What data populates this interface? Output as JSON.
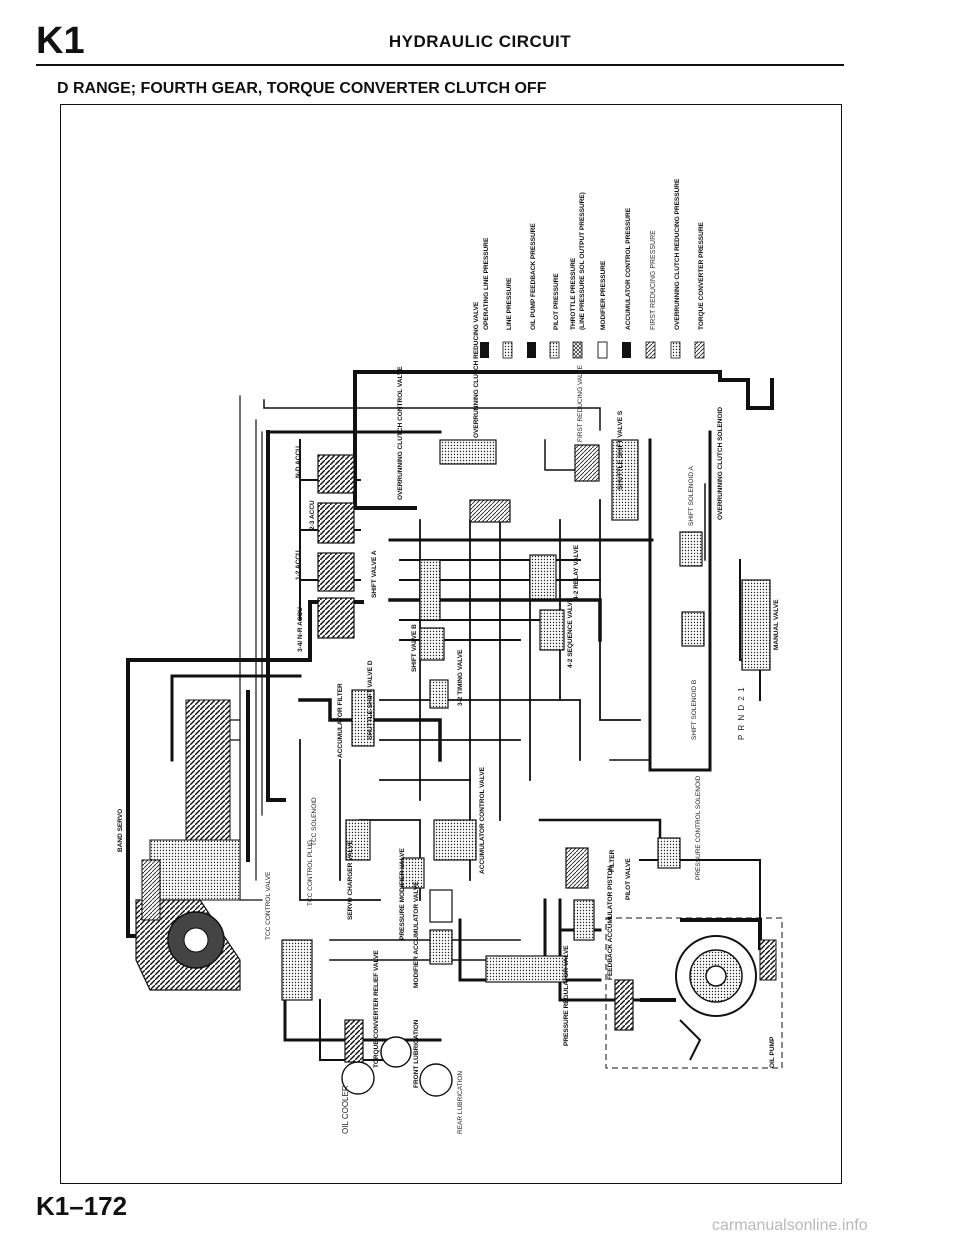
{
  "header": {
    "section_code": "K1",
    "title": "HYDRAULIC CIRCUIT",
    "subtitle": "D RANGE; FOURTH GEAR, TORQUE CONVERTER CLUTCH OFF"
  },
  "legend": [
    {
      "label": "OPERATING LINE PRESSURE",
      "pattern": "solid"
    },
    {
      "label": "LINE PRESSURE",
      "pattern": "dots"
    },
    {
      "label": "OIL PUMP FEEDBACK PRESSURE",
      "pattern": "solid"
    },
    {
      "label": "PILOT PRESSURE",
      "pattern": "dots"
    },
    {
      "label": "THROTTLE PRESSURE",
      "pattern": "cross"
    },
    {
      "label": "(LINE PRESSURE SOL OUTPUT PRESSURE)",
      "pattern": "none"
    },
    {
      "label": "MODIFIER PRESSURE",
      "pattern": "empty"
    },
    {
      "label": "ACCUMULATOR CONTROL PRESSURE",
      "pattern": "solid"
    },
    {
      "label": "FIRST REDUCING PRESSURE",
      "pattern": "diag"
    },
    {
      "label": "OVERRUNNING CLUTCH REDUCING PRESSURE",
      "pattern": "dots"
    },
    {
      "label": "TORQUE CONVERTER PRESSURE",
      "pattern": "diag"
    }
  ],
  "labels": {
    "overrunning_clutch_control_valve": "OVERRUNNING CLUTCH CONTROL VALVE",
    "overrunning_clutch_reducing_valve": "OVERRUNNING CLUTCH REDUCING VALVE",
    "first_reducing_valve": "FIRST REDUCING VALVE",
    "shuttle_shift_valve_s": "SHUTTLE SHIFT VALVE S",
    "overrunning_clutch_solenoid": "OVERRUNNING CLUTCH SOLENOID",
    "shift_solenoid_a": "SHIFT SOLENOID A",
    "n_d_accu": "N-D ACCU",
    "accu_2_3": "2-3 ACCU",
    "accu_1_2": "1-2 ACCU",
    "accu_3_4_n_r": "3-4/ N-R ACCU",
    "shift_valve_a": "SHIFT VALVE A",
    "relay_valve_4_2": "4-2 RELAY VALVE",
    "sequence_valve_4_2": "4-2 SEQUENCE VALVE",
    "shift_valve_b": "SHIFT VALVE B",
    "timing_valve_3_2": "3-2 TIMING VALVE",
    "accumulator_filter": "ACCUMULATOR FILTER",
    "shuttle_shift_valve_d": "SHUTTLE SHIFT VALVE D",
    "shift_solenoid_b": "SHIFT SOLENOID B",
    "manual_valve": "MANUAL VALVE",
    "p_r_n_d_2_1": "P R N D 2 1",
    "band_servo": "BAND SERVO",
    "tcc_solenoid": "TCC SOLENOID",
    "accumulator_control_valve": "ACCUMULATOR CONTROL VALVE",
    "filter": "FILTER",
    "pressure_control_solenoid": "PRESSURE CONTROL SOLENOID",
    "tcc_control_valve": "TCC CONTROL VALVE",
    "tcc_control_plug": "TCC CONTROL PLUG",
    "servo_charger_valve": "SERVO CHARGER VALVE",
    "pressure_modifier_valve": "PRESSURE MODIFIER VALVE",
    "modifier_accumulator_valve": "MODIFIER ACCUMULATOR VALVE",
    "pilot_valve": "PILOT VALVE",
    "feedback_accumulator_piston": "FEEDBACK ACCUMULATOR PISTON",
    "pressure_regulator_valve": "PRESSURE REGULATOR VALVE",
    "torque_converter_relief_valve": "TORQUE CONVERTER RELIEF VALVE",
    "front_lubrication": "FRONT LUBRICATION",
    "rear_lubrication": "REAR LUBRICATION",
    "oil_cooler": "OIL COOLER",
    "oil_pump": "OIL PUMP"
  },
  "footer": {
    "page_number": "K1–172",
    "watermark": "carmanualsonline.info"
  }
}
